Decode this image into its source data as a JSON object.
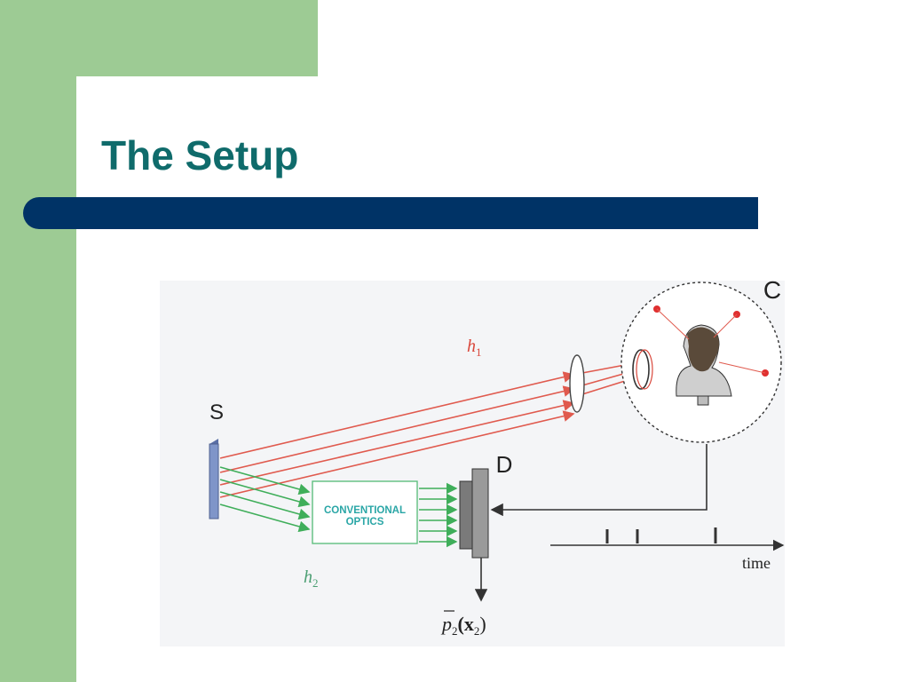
{
  "slide": {
    "title": "The Setup"
  },
  "diagram": {
    "source_label": "S",
    "detector_label": "D",
    "camera_label": "C",
    "optics_label_line1": "CONVENTIONAL",
    "optics_label_line2": "OPTICS",
    "h1_symbol": "h",
    "h1_subscript": "1",
    "h2_symbol": "h",
    "h2_subscript": "2",
    "time_label": "time",
    "output_label_p": "p",
    "output_label_sub": "2",
    "output_label_x": "(x",
    "output_label_xsub": "2",
    "output_label_close": ")",
    "colors": {
      "red_beam": "#e05a4e",
      "green_beam": "#3fae5a",
      "source_plate": "#7f95c9",
      "detector": "#888888",
      "outline": "#333333",
      "h1_label": "#d9473b",
      "h2_label": "#4a9e72",
      "optics_text": "#2aa6a6"
    }
  }
}
